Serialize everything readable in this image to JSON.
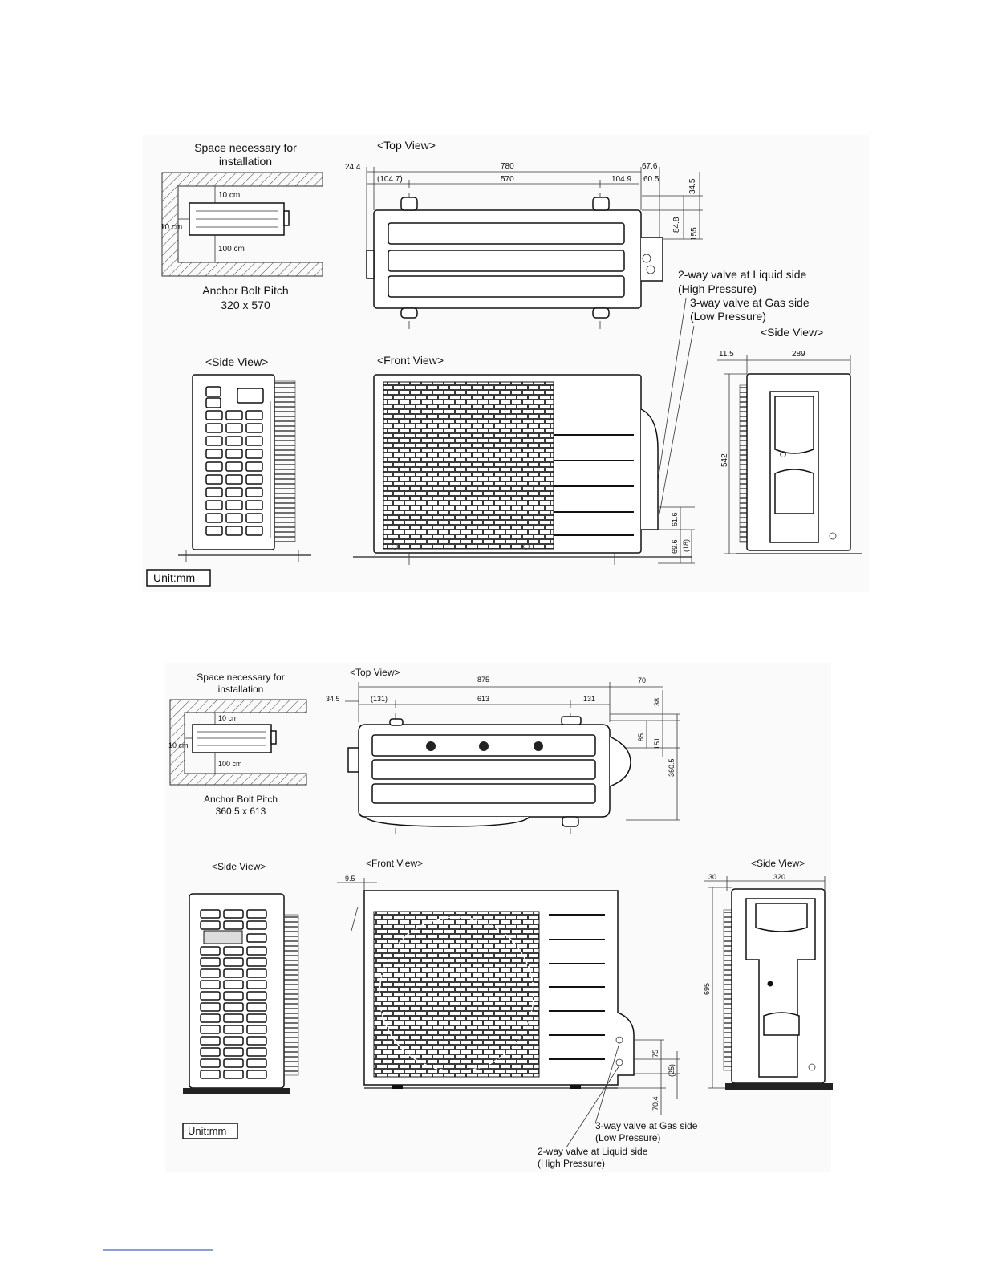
{
  "diagram1": {
    "space_title_line1": "Space necessary for",
    "space_title_line2": "installation",
    "clear_top": "10 cm",
    "clear_left": "10 cm",
    "clear_bottom": "100 cm",
    "anchor_title": "Anchor Bolt Pitch",
    "anchor_value": "320 x 570",
    "top_view": "<Top View>",
    "side_view_left": "<Side View>",
    "front_view": "<Front View>",
    "side_view_right": "<Side View>",
    "unit": "Unit:mm",
    "dims": {
      "d24_4": "24.4",
      "d780": "780",
      "d67_6": "67.6",
      "d104_7": "(104.7)",
      "d570": "570",
      "d104_9": "104.9",
      "d60_5": "60.5",
      "d34_5": "34.5",
      "d84_8": "84.8",
      "d155": "155",
      "d11_5": "11.5",
      "d289": "289",
      "d542": "542",
      "d61_6": "61.6",
      "d69_6": "69.6",
      "d18": "(18)"
    },
    "valve_liquid_1": "2-way valve at Liquid side",
    "valve_liquid_2": "(High Pressure)",
    "valve_gas_1": "3-way valve at Gas side",
    "valve_gas_2": "(Low Pressure)"
  },
  "diagram2": {
    "space_title_line1": "Space necessary for",
    "space_title_line2": "installation",
    "clear_top": "10 cm",
    "clear_left": "10 cm",
    "clear_bottom": "100 cm",
    "anchor_title": "Anchor Bolt Pitch",
    "anchor_value": "360.5 x 613",
    "top_view": "<Top View>",
    "side_view_left": "<Side View>",
    "front_view": "<Front View>",
    "side_view_right": "<Side View>",
    "unit": "Unit:mm",
    "dims": {
      "d34_5": "34.5",
      "d875": "875",
      "d70": "70",
      "d131a": "(131)",
      "d613": "613",
      "d131b": "131",
      "d38": "38",
      "d85": "85",
      "d151": "151",
      "d360_5": "360.5",
      "d9_5": "9.5",
      "d30": "30",
      "d320": "320",
      "d695": "695",
      "d75": "75",
      "d25": "(25)",
      "d70_4": "70.4"
    },
    "valve_gas_1": "3-way valve at Gas side",
    "valve_gas_2": "(Low Pressure)",
    "valve_liquid_1": "2-way valve at Liquid side",
    "valve_liquid_2": "(High Pressure)"
  }
}
